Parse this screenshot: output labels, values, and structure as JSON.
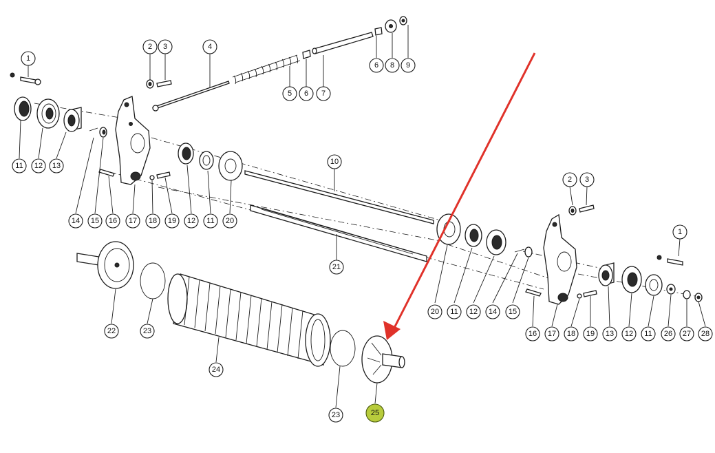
{
  "diagram": {
    "highlight_color": "#b8cc3c",
    "arrow_color": "#e0322a",
    "line_color": "#1a1a1a",
    "highlighted_part": "25",
    "part_labels": [
      "1",
      "2",
      "3",
      "4",
      "5",
      "6",
      "7",
      "6",
      "8",
      "9",
      "11",
      "12",
      "13",
      "14",
      "15",
      "16",
      "17",
      "18",
      "19",
      "12",
      "11",
      "20",
      "10",
      "21",
      "20",
      "11",
      "12",
      "14",
      "15",
      "16",
      "17",
      "18",
      "19",
      "13",
      "12",
      "11",
      "26",
      "27",
      "28",
      "2",
      "3",
      "1",
      "22",
      "23",
      "24",
      "23",
      "25"
    ]
  }
}
